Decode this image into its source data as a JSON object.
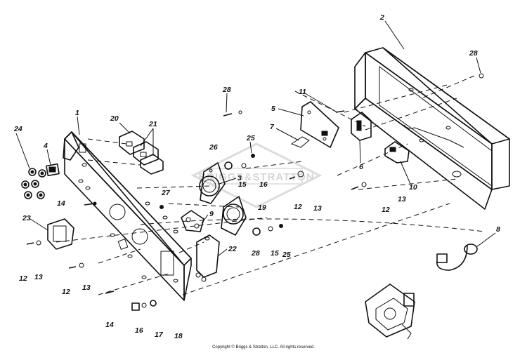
{
  "diagram": {
    "watermark_text": "BRIGGS&STRATTON",
    "copyright": "Copyright © Briggs & Stratton, LLC. All rights reserved.",
    "callouts": [
      {
        "id": "c1",
        "label": "1"
      },
      {
        "id": "c2",
        "label": "2"
      },
      {
        "id": "c3",
        "label": "3"
      },
      {
        "id": "c4",
        "label": "4"
      },
      {
        "id": "c5",
        "label": "5"
      },
      {
        "id": "c6",
        "label": "6"
      },
      {
        "id": "c7",
        "label": "7"
      },
      {
        "id": "c8",
        "label": "8"
      },
      {
        "id": "c9",
        "label": "9"
      },
      {
        "id": "c10",
        "label": "10"
      },
      {
        "id": "c11",
        "label": "11"
      },
      {
        "id": "c12a",
        "label": "12"
      },
      {
        "id": "c12b",
        "label": "12"
      },
      {
        "id": "c12c",
        "label": "12"
      },
      {
        "id": "c12d",
        "label": "12"
      },
      {
        "id": "c13a",
        "label": "13"
      },
      {
        "id": "c13b",
        "label": "13"
      },
      {
        "id": "c13c",
        "label": "13"
      },
      {
        "id": "c13d",
        "label": "13"
      },
      {
        "id": "c14a",
        "label": "14"
      },
      {
        "id": "c14b",
        "label": "14"
      },
      {
        "id": "c15a",
        "label": "15"
      },
      {
        "id": "c15b",
        "label": "15"
      },
      {
        "id": "c16a",
        "label": "16"
      },
      {
        "id": "c16b",
        "label": "16"
      },
      {
        "id": "c17",
        "label": "17"
      },
      {
        "id": "c18",
        "label": "18"
      },
      {
        "id": "c19",
        "label": "19"
      },
      {
        "id": "c20",
        "label": "20"
      },
      {
        "id": "c21",
        "label": "21"
      },
      {
        "id": "c22",
        "label": "22"
      },
      {
        "id": "c23",
        "label": "23"
      },
      {
        "id": "c24",
        "label": "24"
      },
      {
        "id": "c25a",
        "label": "25"
      },
      {
        "id": "c25b",
        "label": "25"
      },
      {
        "id": "c26",
        "label": "26"
      },
      {
        "id": "c27",
        "label": "27"
      },
      {
        "id": "c28a",
        "label": "28"
      },
      {
        "id": "c28b",
        "label": "28"
      },
      {
        "id": "c28c",
        "label": "28"
      }
    ]
  }
}
